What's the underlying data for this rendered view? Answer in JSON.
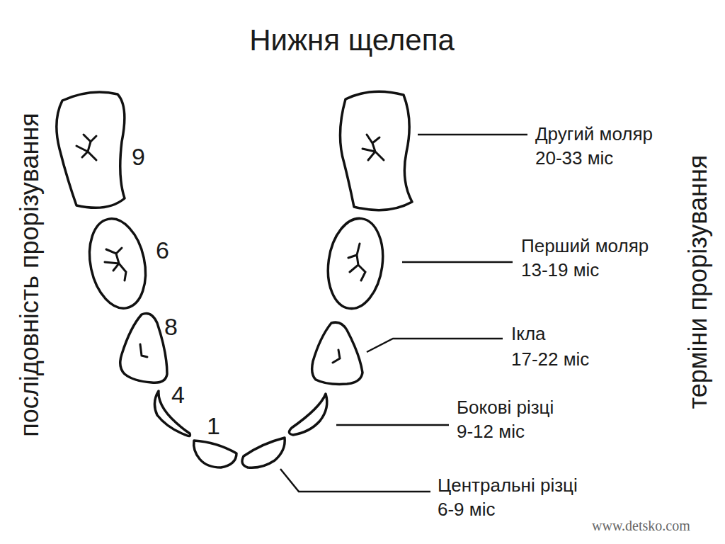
{
  "diagram": {
    "title": "Нижня щелепа",
    "labels": [
      "послідовність прорізування",
      "терміни прорізування",
      "9",
      "6",
      "8",
      "4",
      "1",
      "Другий моляр",
      "20-33 міс",
      "Перший моляр",
      "13-19 міс",
      "Ікла",
      "17-22 міс",
      "Бокові різці",
      "9-12 міс",
      "Центральні різці",
      "6-9 міс",
      "www.detsko.com"
    ]
  }
}
